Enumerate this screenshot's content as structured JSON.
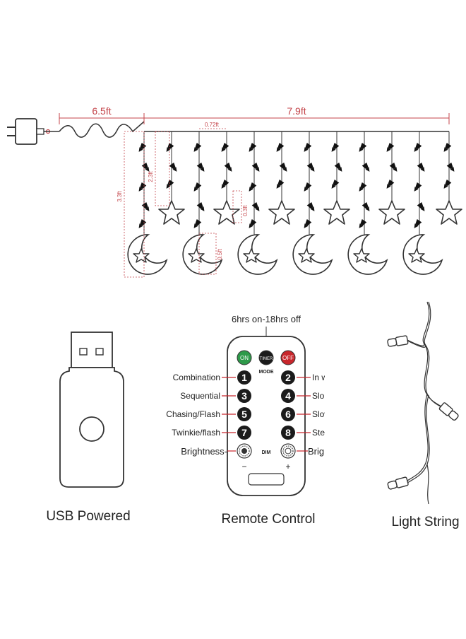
{
  "dimensions": {
    "cable_length": "6.5ft",
    "curtain_width": "7.9ft",
    "strand_spacing": "0.72ft",
    "short_drop": "2.3ft",
    "long_drop": "3.3ft",
    "star_gap": "0.3ft",
    "moon_size": "0.5ft"
  },
  "captions": {
    "usb": "USB Powered",
    "remote": "Remote Control",
    "string": "Light String"
  },
  "remote": {
    "timer_note": "6hrs on-18hrs off",
    "on_label": "ON",
    "timer_label": "TIMER",
    "off_label": "OFF",
    "mode_label": "MODE",
    "dim_label": "DIM",
    "minus": "−",
    "plus": "+",
    "buttons": [
      {
        "num": "1",
        "label": "Combination"
      },
      {
        "num": "2",
        "label": "In wave"
      },
      {
        "num": "3",
        "label": "Sequential"
      },
      {
        "num": "4",
        "label": "Slo glo"
      },
      {
        "num": "5",
        "label": "Chasing/Flash"
      },
      {
        "num": "6",
        "label": "Slow fade"
      },
      {
        "num": "7",
        "label": "Twinkie/flash"
      },
      {
        "num": "8",
        "label": "Steady on"
      }
    ],
    "brightness_minus": "Brightness-",
    "brightness_plus": "Brightness+"
  },
  "colors": {
    "dimension": "#c4454b",
    "line": "#333333",
    "on_button": "#2e9a4a",
    "off_button": "#c8262c",
    "key": "#1b1b1b"
  },
  "icons": [
    "plug-icon",
    "star-icon",
    "moon-icon",
    "bulb-icon",
    "usb-stick-icon",
    "sun-icon"
  ]
}
